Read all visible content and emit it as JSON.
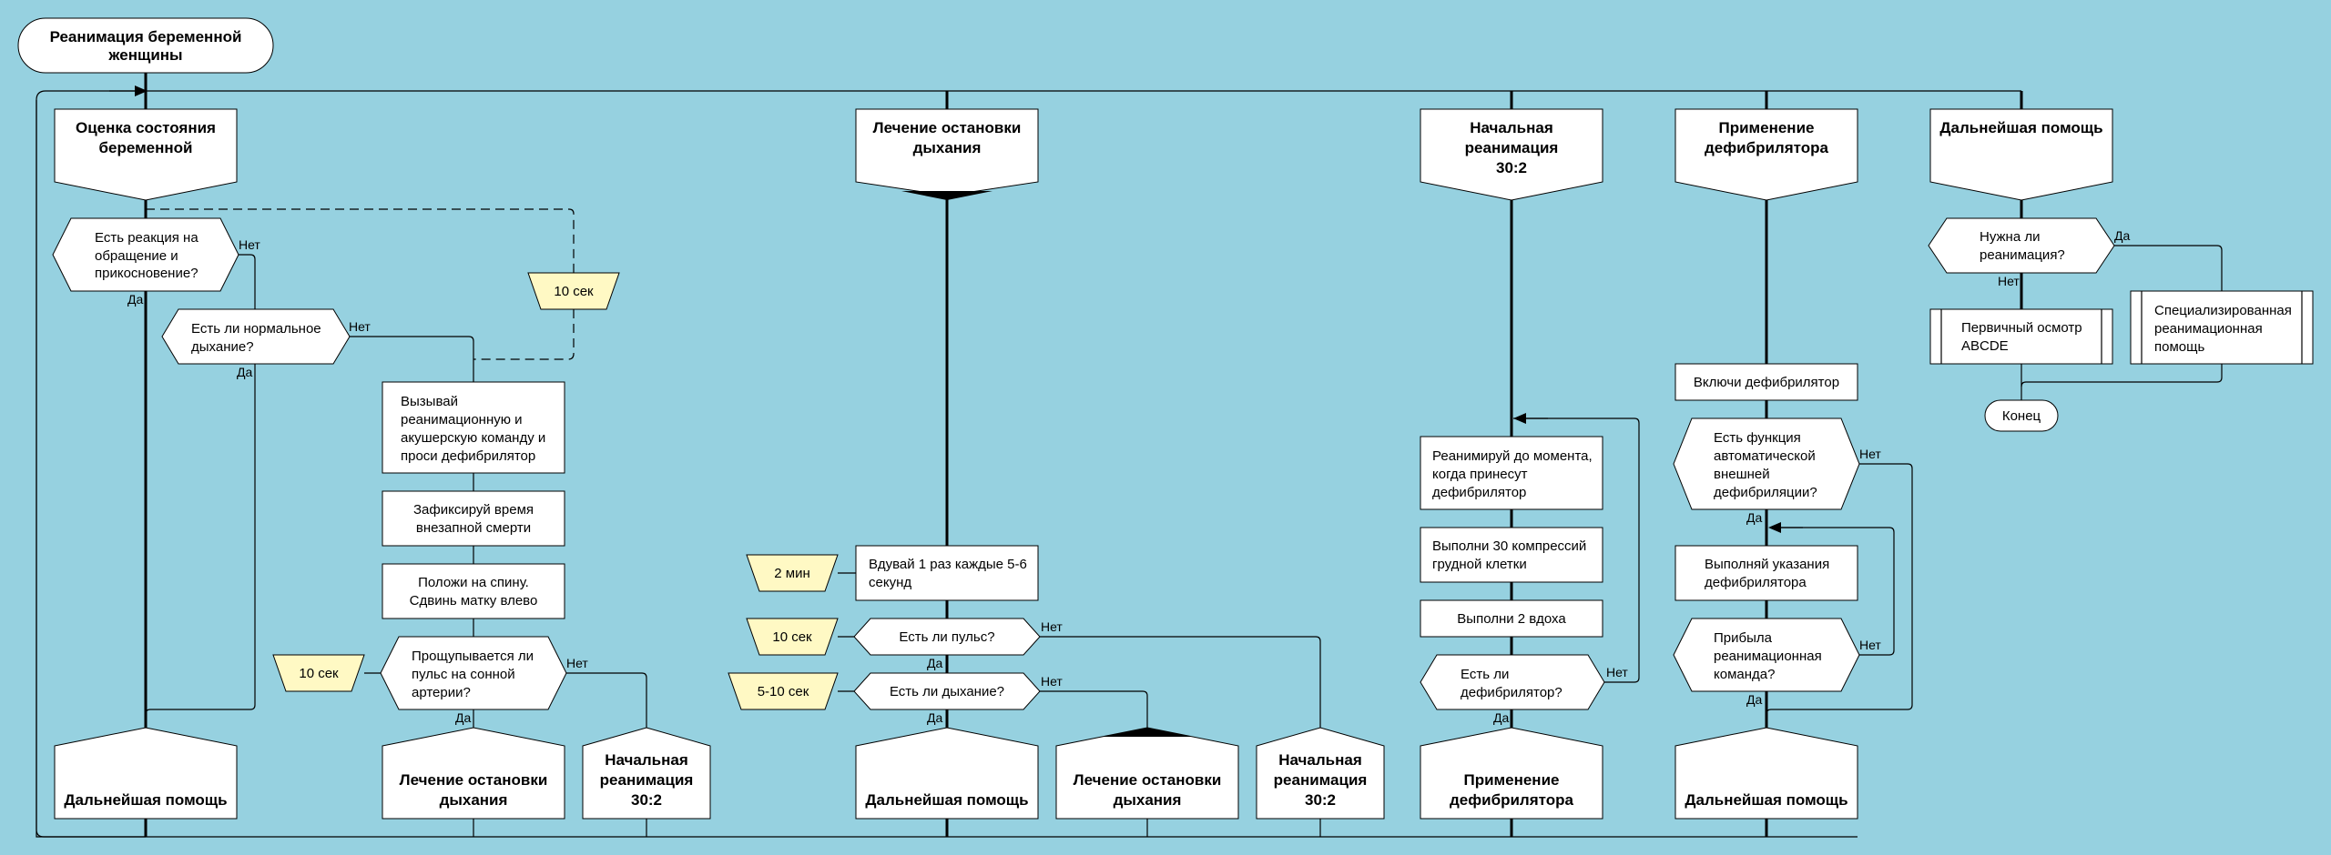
{
  "start": [
    "Реанимация беременной",
    "женщины"
  ],
  "heads": {
    "assess": [
      "Оценка состояния",
      "беременной"
    ],
    "arrest": [
      "Лечение остановки",
      "дыхания"
    ],
    "cpr": [
      "Начальная",
      "реанимация",
      "30:2"
    ],
    "defib": [
      "Применение",
      "дефибрилятора"
    ],
    "further": [
      "Дальнейшая помощь"
    ]
  },
  "nodes": {
    "q_response": [
      "Есть реакция на",
      "обращение и",
      "прикосновение?"
    ],
    "q_breath": [
      "Есть ли нормальное",
      "дыхание?"
    ],
    "call_team": [
      "Вызывай",
      "реанимационную и",
      "акушерскую команду и",
      "проси дефибрилятор"
    ],
    "fix_time": [
      "Зафиксируй время",
      "внезапной смерти"
    ],
    "lay_back": [
      "Положи на спину.",
      "Сдвинь матку влево"
    ],
    "q_carotid": [
      "Прощупывается ли",
      "пульс на сонной",
      "артерии?"
    ],
    "blow": [
      "Вдувай 1 раз каждые 5-6",
      "секунд"
    ],
    "q_pulse": [
      "Есть ли пульс?"
    ],
    "q_breathing": [
      "Есть ли дыхание?"
    ],
    "resus_until": [
      "Реанимируй до момента,",
      "когда принесут",
      "дефибрилятор"
    ],
    "compress": [
      "Выполни 30 компрессий",
      "грудной клетки"
    ],
    "two_breaths": [
      "Выполни 2 вдоха"
    ],
    "q_has_defib": [
      "Есть ли",
      "дефибрилятор?"
    ],
    "turn_on": [
      "Включи дефибрилятор"
    ],
    "q_aed": [
      "Есть функция",
      "автоматической",
      "внешней",
      "дефибриляции?"
    ],
    "follow": [
      "Выполняй указания",
      "дефибрилятора"
    ],
    "q_team": [
      "Прибыла",
      "реанимационная",
      "команда?"
    ],
    "q_need": [
      "Нужна ли",
      "реанимация?"
    ],
    "primary": [
      "Первичный осмотр",
      "ABCDE"
    ],
    "special": [
      "Специализированная",
      "реанимационная",
      "помощь"
    ],
    "end": [
      "Конец"
    ]
  },
  "timers": {
    "t1": "10 сек",
    "t2": "10 сек",
    "t3": "2 мин",
    "t4": "10 сек",
    "t5": "5-10 сек"
  },
  "footers": {
    "f1": [
      "Дальнейшая помощь"
    ],
    "f2": [
      "Лечение остановки",
      "дыхания"
    ],
    "f3": [
      "Начальная",
      "реанимация",
      "30:2"
    ],
    "f4": [
      "Дальнейшая помощь"
    ],
    "f5": [
      "Лечение остановки",
      "дыхания"
    ],
    "f6": [
      "Начальная",
      "реанимация",
      "30:2"
    ],
    "f7": [
      "Применение",
      "дефибрилятора"
    ],
    "f8": [
      "Дальнейшая помощь"
    ]
  },
  "labels": {
    "yes": "Да",
    "no": "Нет"
  }
}
